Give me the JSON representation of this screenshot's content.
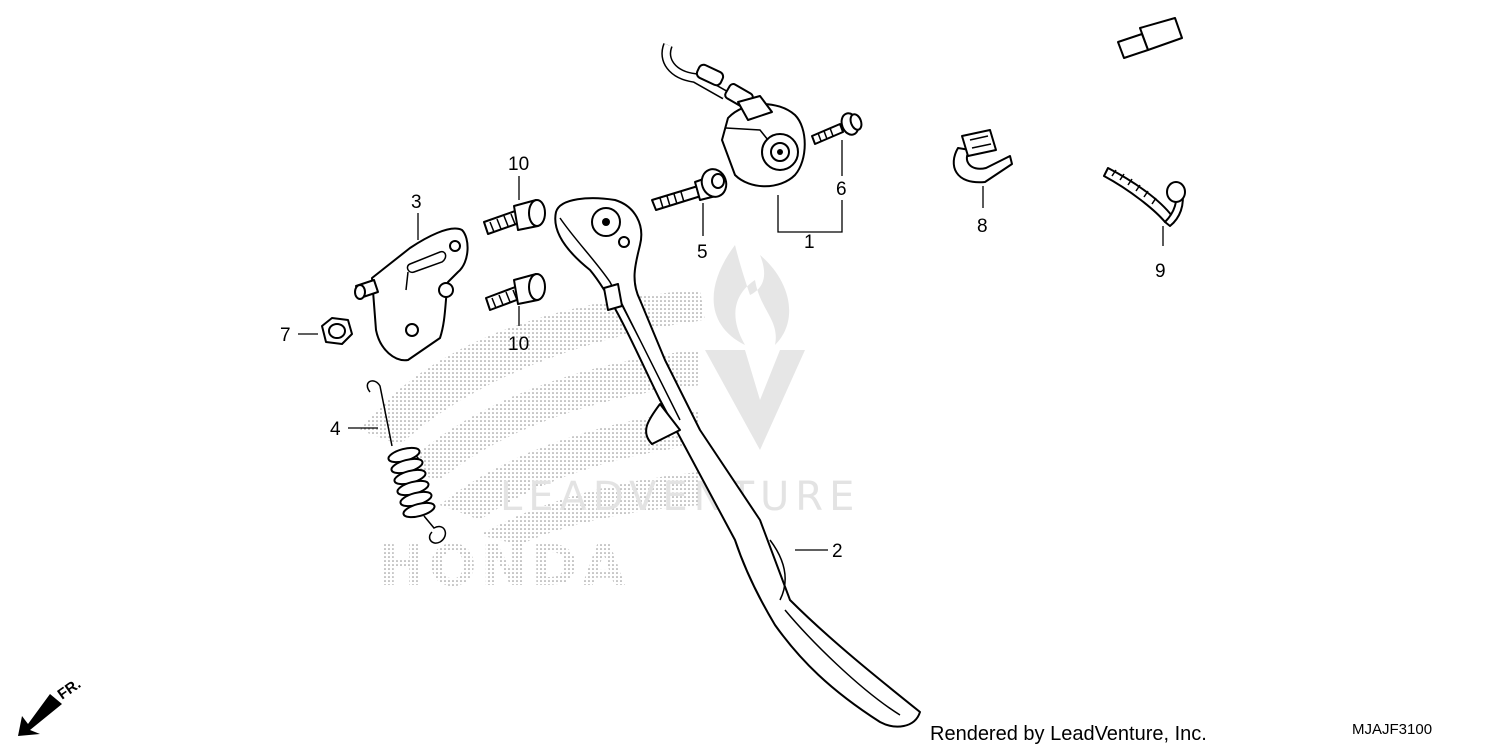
{
  "diagram": {
    "callouts": {
      "p1": "1",
      "p2": "2",
      "p3": "3",
      "p4": "4",
      "p5": "5",
      "p6": "6",
      "p7": "7",
      "p8": "8",
      "p9": "9",
      "p10_upper": "10",
      "p10_lower": "10"
    },
    "direction_label": "FR.",
    "brand_watermark": "HONDA",
    "site_watermark": "LEADVENTURE",
    "footer_credit": "Rendered by LeadVenture, Inc.",
    "diagram_code": "MJAJF3100"
  }
}
